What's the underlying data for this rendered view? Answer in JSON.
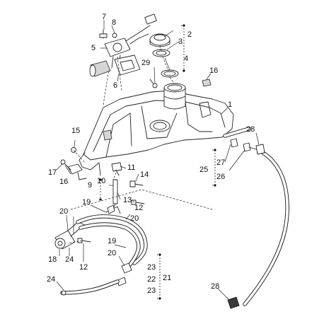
{
  "callouts": {
    "c1": "1",
    "c2": "2",
    "c3": "3",
    "c4": "4",
    "c5": "5",
    "c6": "6",
    "c7": "7",
    "c8": "8",
    "c9": "9",
    "c10": "10",
    "c11": "11",
    "c12a": "12",
    "c12b": "12",
    "c13": "13",
    "c14": "14",
    "c15": "15",
    "c16a": "16",
    "c16b": "16",
    "c17": "17",
    "c18": "18",
    "c19a": "19",
    "c19b": "19",
    "c20a": "20",
    "c20b": "20",
    "c20c": "20",
    "c21": "21",
    "c22": "22",
    "c23a": "23",
    "c23b": "23",
    "c24a": "24",
    "c24b": "24",
    "c25": "25",
    "c26": "26",
    "c27": "27",
    "c28a": "28",
    "c28b": "28",
    "c29": "29"
  }
}
